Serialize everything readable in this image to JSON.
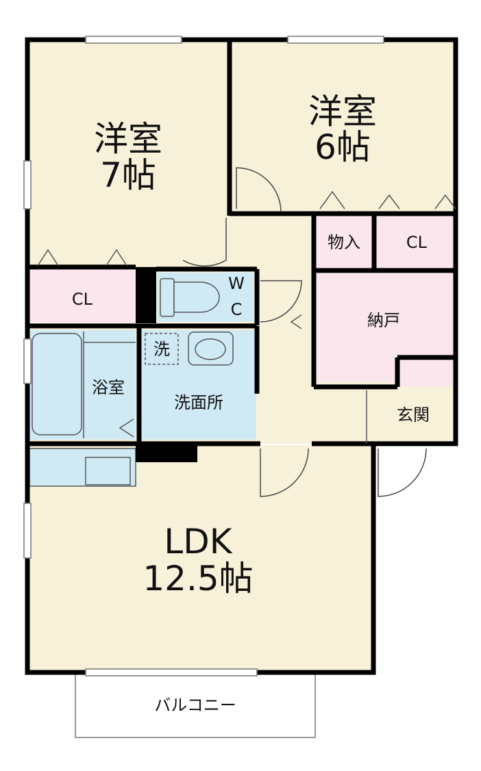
{
  "rooms": {
    "western_room_7": {
      "name": "洋室",
      "size": "7帖"
    },
    "western_room_6": {
      "name": "洋室",
      "size": "6帖"
    },
    "ldk": {
      "name": "LDK",
      "size": "12.5帖"
    },
    "closet_left": "CL",
    "closet_right": "CL",
    "storage": "物入",
    "wc_w": "W",
    "wc_c": "C",
    "pantry": "納戸",
    "bathroom": "浴室",
    "washroom": "洗面所",
    "washer": "洗",
    "entrance": "玄関",
    "balcony": "バルコニー"
  },
  "colors": {
    "room": "#f8f1da",
    "closet": "#fbe6ee",
    "wet": "#cfe9f5",
    "wall": "#000000"
  }
}
